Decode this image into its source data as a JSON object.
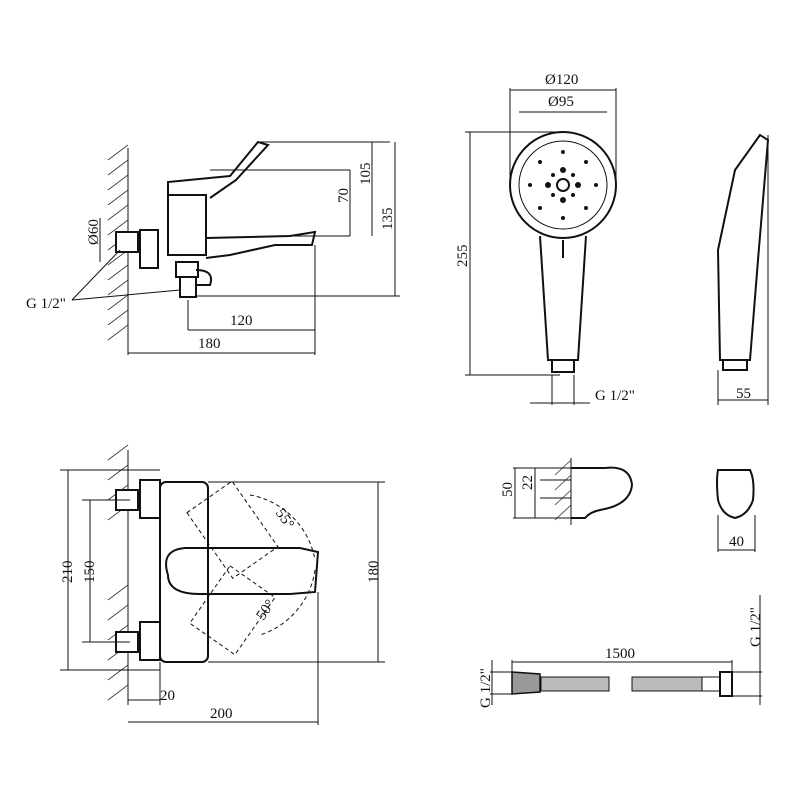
{
  "shower_head": {
    "outer_diameter": "Ø120",
    "inner_diameter": "Ø95",
    "height": "255",
    "thread": "G 1/2\"",
    "depth": "55"
  },
  "bath_mixer_side": {
    "lever_height": "70",
    "top_height": "105",
    "total_height": "135",
    "connector_diameter": "Ø60",
    "thread": "G 1/2\"",
    "spout_length": "120",
    "total_depth": "180"
  },
  "bath_mixer_front": {
    "width_outer": "210",
    "centers": "150",
    "angle_up": "55°",
    "angle_down": "50°",
    "height": "180",
    "wall_offset": "20",
    "width": "200"
  },
  "holder": {
    "height": "50",
    "hole_spacing": "22",
    "width": "40"
  },
  "hose": {
    "length": "1500",
    "thread_left": "G 1/2\"",
    "thread_right": "G 1/2\""
  }
}
